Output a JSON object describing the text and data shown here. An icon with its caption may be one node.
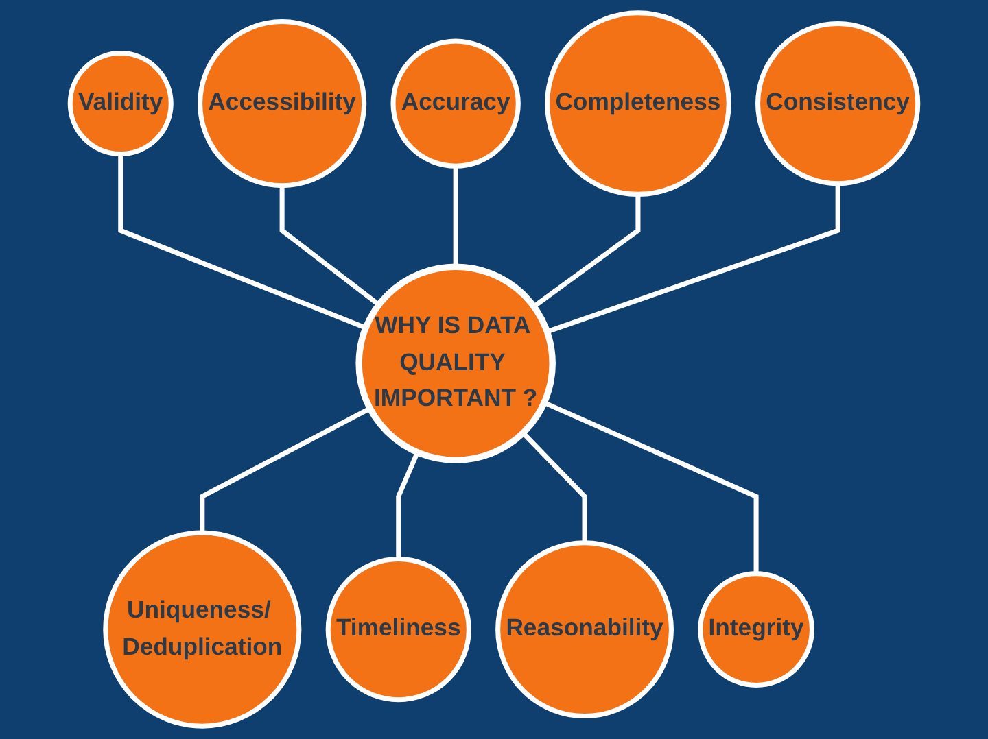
{
  "diagram": {
    "nodes": [
      {
        "text": [
          "Accessibility"
        ]
      },
      {
        "text": [
          "Accuracy"
        ]
      },
      {
        "text": [
          "Completeness"
        ]
      },
      {
        "text": [
          "Consistency"
        ]
      },
      {
        "text": [
          "Validity"
        ]
      },
      {
        "text": [
          "WHY IS DATA QUALITY IMPORTANT ?"
        ]
      },
      {
        "text": [
          "Uniqueness/ Deduplication"
        ]
      },
      {
        "text": [
          "Integrity"
        ]
      },
      {
        "text": [
          "Timeliness"
        ]
      },
      {
        "text": [
          "Reasonability"
        ]
      }
    ],
    "edges": [
      {
        "from": 4,
        "to": 5,
        "arrow": "none"
      },
      {
        "from": 0,
        "to": 5,
        "arrow": "none"
      },
      {
        "from": 1,
        "to": 5,
        "arrow": "none"
      },
      {
        "from": 2,
        "to": 5,
        "arrow": "none"
      },
      {
        "from": 3,
        "to": 5,
        "arrow": "none"
      },
      {
        "from": 5,
        "to": 6,
        "arrow": "none"
      },
      {
        "from": 5,
        "to": 8,
        "arrow": "none"
      },
      {
        "from": 5,
        "to": 9,
        "arrow": "none"
      },
      {
        "from": 5,
        "to": 7,
        "arrow": "none"
      }
    ]
  }
}
